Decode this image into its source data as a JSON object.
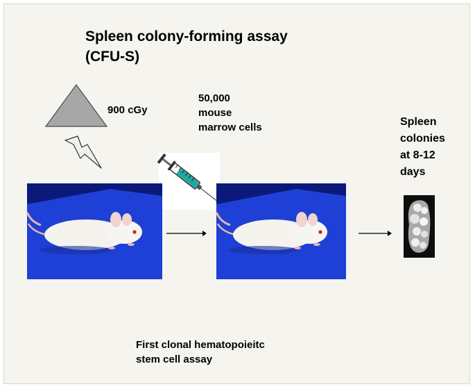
{
  "title": {
    "line1": "Spleen colony-forming assay",
    "line2": "(CFU-S)"
  },
  "radiation": {
    "dose": "900 cGy",
    "icon": "radiation-triangle-icon"
  },
  "injection": {
    "lines": [
      "50,000",
      "mouse",
      "marrow cells"
    ],
    "icon": "syringe-icon"
  },
  "result": {
    "lines": [
      "Spleen",
      "colonies",
      "at 8-12",
      "days"
    ]
  },
  "footer": {
    "lines": [
      "First clonal hematopoieitc",
      "stem cell assay"
    ]
  },
  "colors": {
    "background": "#f5f4ee",
    "mat_blue": "#1e40d6",
    "mouse_white": "#f4f3ee",
    "syringe_liquid": "#1ba9a0"
  }
}
